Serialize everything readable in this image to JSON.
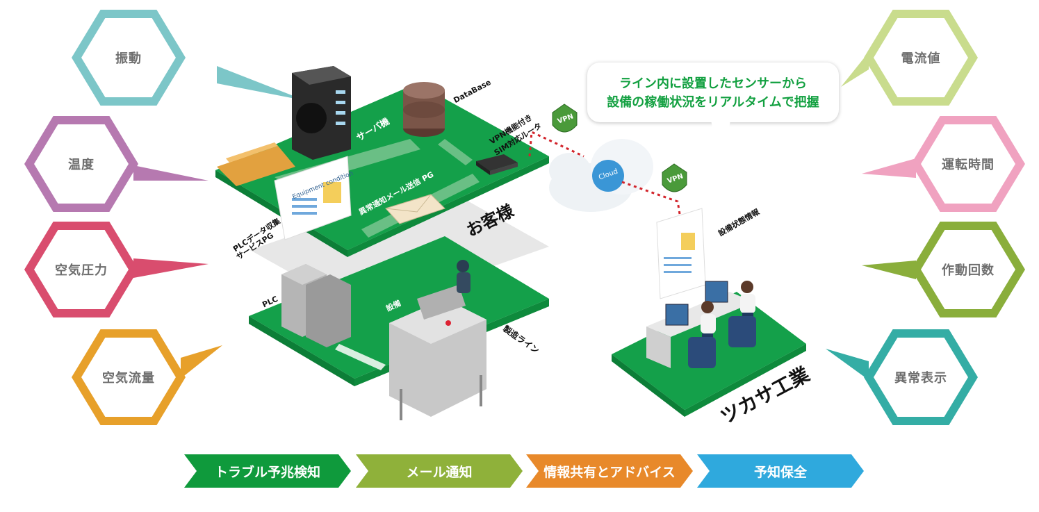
{
  "left_sensors": [
    {
      "label": "振動",
      "color": "#7cc6c8"
    },
    {
      "label": "温度",
      "color": "#b679b0"
    },
    {
      "label": "空気圧力",
      "color": "#d94d6e"
    },
    {
      "label": "空気流量",
      "color": "#e7a02a"
    }
  ],
  "right_sensors": [
    {
      "label": "電流値",
      "color": "#c9dc8d"
    },
    {
      "label": "運転時間",
      "color": "#f0a2c0"
    },
    {
      "label": "作動回数",
      "color": "#8aae3b"
    },
    {
      "label": "異常表示",
      "color": "#34ada5"
    }
  ],
  "bubble": {
    "line1": "ライン内に設置したセンサーから",
    "line2": "設備の稼働状況をリアルタイムで把握"
  },
  "platform": {
    "server": "サーバ機",
    "database": "DataBase",
    "router_line1": "VPN機能付き",
    "router_line2": "SIM対応ルータ",
    "mail_pg": "異常通知メール送信 PG",
    "customer": "お客様",
    "plc_pg_line1": "PLCデータ収集",
    "plc_pg_line2": "サービスPG",
    "equipment_card": "Equipment condition",
    "plc": "PLC",
    "equipment": "設備",
    "line": "製造ライン",
    "cloud": "Cloud",
    "vpn": "VPN",
    "status_info": "設備状態情報",
    "company": "ツカサ工業"
  },
  "steps": [
    {
      "label": "トラブル予兆検知",
      "color": "#0f9a3c"
    },
    {
      "label": "メール通知",
      "color": "#8fb13a"
    },
    {
      "label": "情報共有とアドバイス",
      "color": "#e8892a"
    },
    {
      "label": "予知保全",
      "color": "#2fa9dd"
    }
  ]
}
